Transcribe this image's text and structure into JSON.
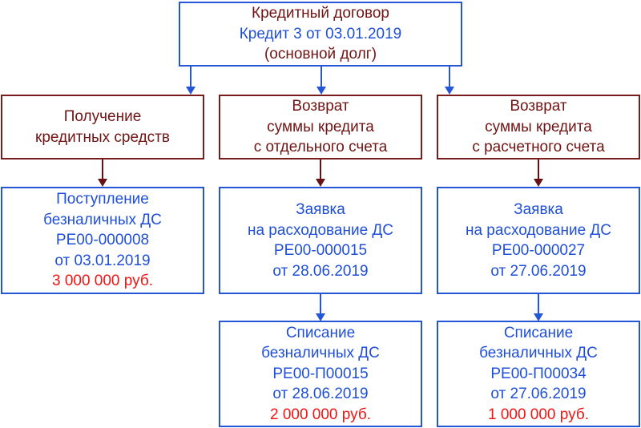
{
  "colors": {
    "brown_text": "#701414",
    "blue_text": "#1f4fd6",
    "red_amount": "#f01414",
    "blue_border": "#2456d8",
    "brown_border": "#7a1c1c"
  },
  "root": {
    "title": "Кредитный договор",
    "document": "Кредит 3 от 03.01.2019",
    "note": "(основной долг)"
  },
  "branches": [
    {
      "header": [
        "Получение",
        "кредитных средств"
      ],
      "nodes": [
        {
          "lines": [
            "Поступление",
            "безналичных ДС",
            "РЕ00-000008",
            "от 03.01.2019"
          ],
          "amount": "3 000 000 руб."
        }
      ]
    },
    {
      "header": [
        "Возврат",
        "суммы кредита",
        "с отдельного счета"
      ],
      "nodes": [
        {
          "lines": [
            "Заявка",
            "на расходование ДС",
            "РЕ00-000015",
            "от 28.06.2019"
          ]
        },
        {
          "lines": [
            "Списание",
            "безналичных ДС",
            "РЕ00-П00015",
            "от 28.06.2019"
          ],
          "amount": "2 000 000 руб."
        }
      ]
    },
    {
      "header": [
        "Возврат",
        "суммы кредита",
        "с расчетного счета"
      ],
      "nodes": [
        {
          "lines": [
            "Заявка",
            "на расходование ДС",
            "РЕ00-000027",
            "от 27.06.2019"
          ]
        },
        {
          "lines": [
            "Списание",
            "безналичных ДС",
            "РЕ00-П00034",
            "от 27.06.2019"
          ],
          "amount": "1 000 000 руб."
        }
      ]
    }
  ]
}
